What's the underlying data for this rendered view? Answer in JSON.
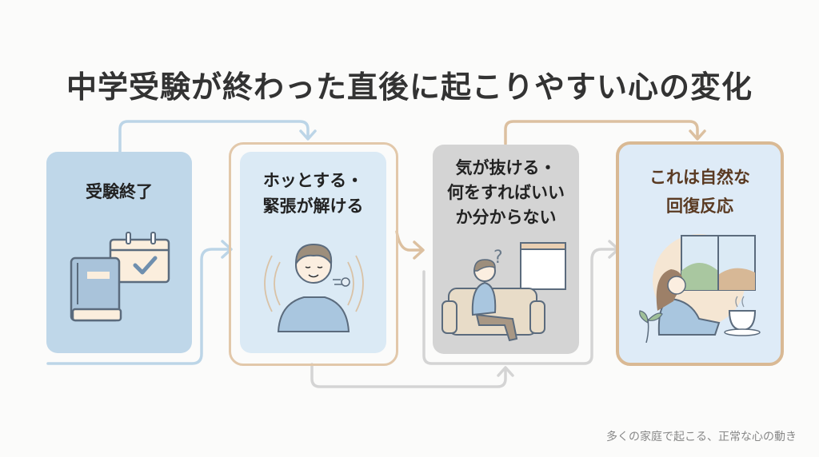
{
  "title": "中学受験が終わった直後に起こりやすい心の変化",
  "steps": [
    {
      "lines": [
        "受験終了"
      ],
      "icon": "book-calendar-check-icon"
    },
    {
      "lines": [
        "ホッとする・",
        "緊張が解ける"
      ],
      "icon": "relieved-person-icon"
    },
    {
      "lines": [
        "気が抜ける・",
        "何をすればいい",
        "か分からない"
      ],
      "icon": "confused-person-on-sofa-icon"
    },
    {
      "lines": [
        "これは自然な",
        "回復反応"
      ],
      "icon": "relaxing-woman-tea-icon"
    }
  ],
  "footer": "多くの家庭で起こる、正常な心の動き",
  "colors": {
    "blue": "#b9d4e6",
    "tan": "#dcc0a0",
    "gray": "#d2d2d2",
    "brown": "#5a3a22"
  }
}
